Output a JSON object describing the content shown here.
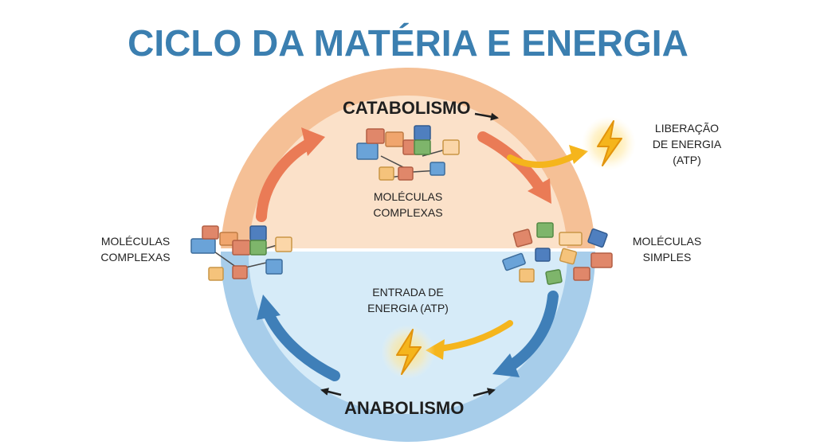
{
  "title": "CICLO DA MATÉRIA E ENERGIA",
  "catabolism_label": "CATABOLISMO",
  "anabolism_label": "ANABOLISMO",
  "energy_release": [
    "LIBERAÇÃO",
    "DE ENERGIA",
    "(ATP)"
  ],
  "energy_input": [
    "ENTRADA DE",
    "ENERGIA (ATP)"
  ],
  "complex_top": [
    "MOLÉCULAS",
    "COMPLEXAS"
  ],
  "complex_left": [
    "MOLÉCULAS",
    "COMPLEXAS"
  ],
  "simple_right": [
    "MOLÉCULAS",
    "SIMPLES"
  ],
  "colors": {
    "title": "#3b7fb0",
    "catabolism_fill": "#f9d9bd",
    "catabolism_ring": "#f5c096",
    "anabolism_fill": "#d4e9f7",
    "anabolism_ring": "#a7cdea",
    "catabolism_arrow": "#ea7b56",
    "anabolism_arrow": "#3f7fb8",
    "energy_bolt": "#f5b51c"
  },
  "icons": {
    "bolt": "lightning-bolt-icon",
    "blocks": "molecule-blocks-icon"
  }
}
